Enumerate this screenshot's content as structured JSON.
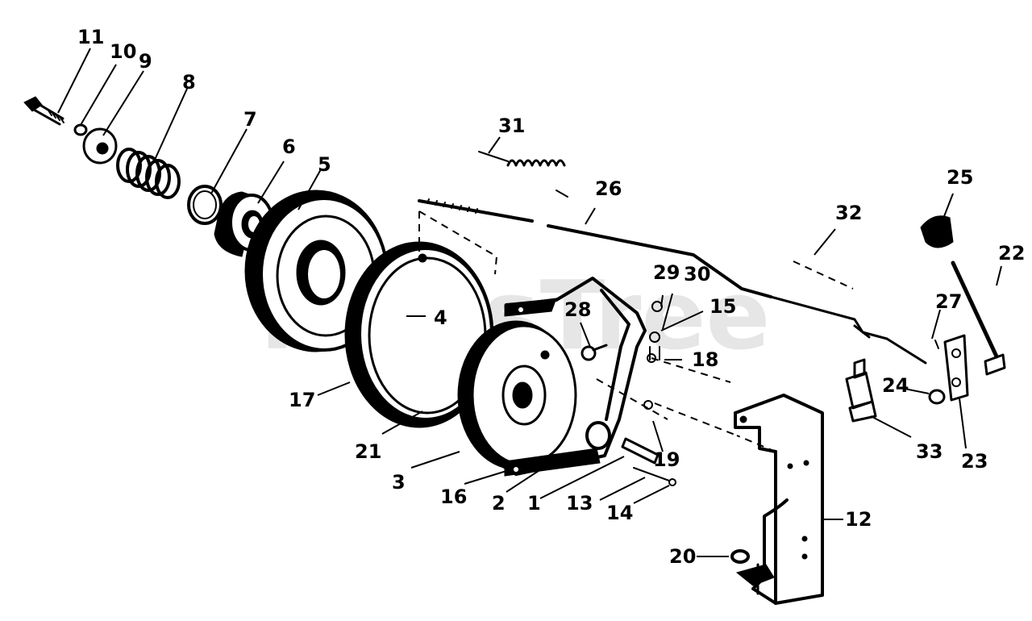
{
  "watermark": "PartsTree",
  "labels": {
    "l1": "1",
    "l2": "2",
    "l3": "3",
    "l4": "4",
    "l5": "5",
    "l6": "6",
    "l7": "7",
    "l8": "8",
    "l9": "9",
    "l10": "10",
    "l11": "11",
    "l12": "12",
    "l13": "13",
    "l14": "14",
    "l15": "15",
    "l16": "16",
    "l17": "17",
    "l18": "18",
    "l19": "19",
    "l20": "20",
    "l21": "21",
    "l22": "22",
    "l23": "23",
    "l24": "24",
    "l25": "25",
    "l26": "26",
    "l27": "27",
    "l28": "28",
    "l29": "29",
    "l30": "30",
    "l31": "31",
    "l32": "32",
    "l33": "33"
  }
}
